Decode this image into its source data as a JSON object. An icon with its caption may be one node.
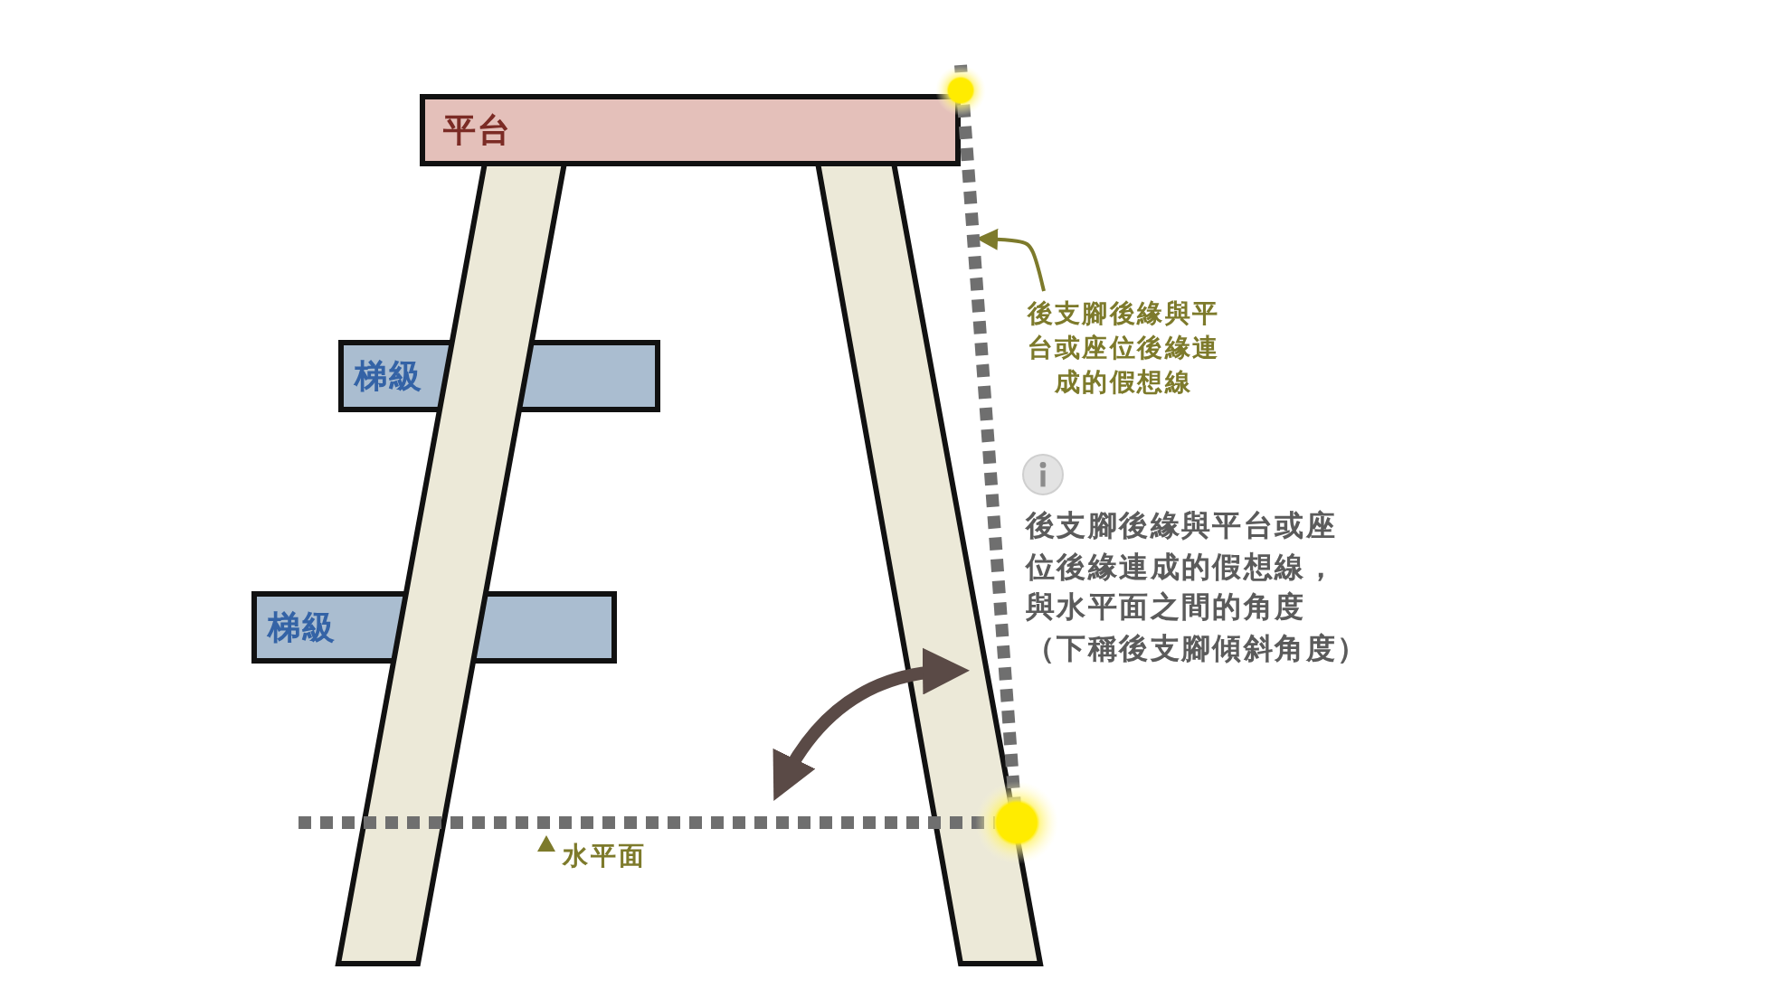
{
  "diagram": {
    "nodes": [
      {
        "text": [
          "平台"
        ]
      },
      {
        "text": [
          "梯級"
        ]
      },
      {
        "text": [
          "梯級"
        ]
      },
      {
        "text": [
          "後支腳後緣與平台或座位後緣連成的假想線"
        ]
      },
      {
        "text": [],
        "shape": "line"
      }
    ],
    "edges": [
      {
        "from": 3,
        "to": 4,
        "arrow": "to",
        "color": "#7d7a2b"
      }
    ],
    "labels": [
      "後支腳後緣與平台或座位後緣連成的假想線，與水平面之間的角度（下稱後支腳傾斜角度）",
      "水平面"
    ]
  }
}
